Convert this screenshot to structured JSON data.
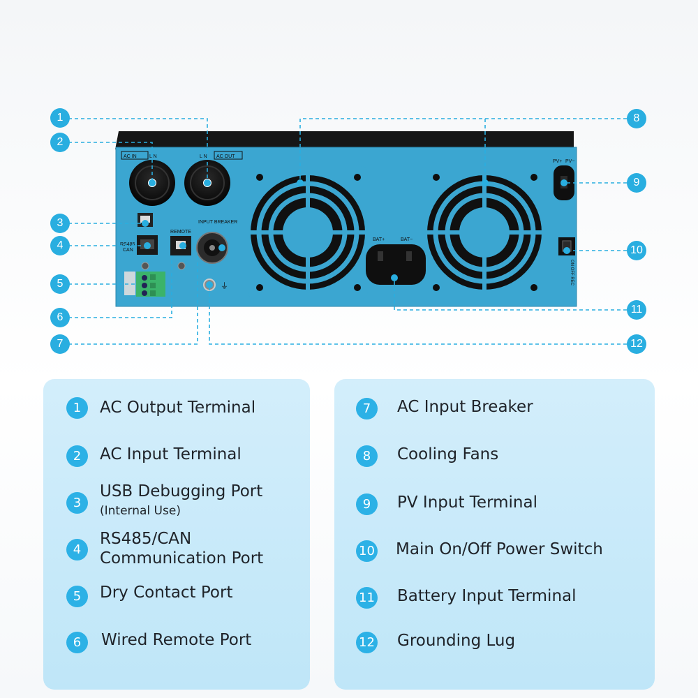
{
  "device": {
    "ac_in_label": "AC IN",
    "ac_in_phase": "L N",
    "ac_out_phase": "L N",
    "ac_out_label": "AC OUT",
    "rs485_label": "RS485",
    "can_label": "CAN",
    "remote_label": "REMOTE",
    "input_breaker_label": "INPUT BREAKER",
    "bat_pos_label": "BAT+",
    "bat_neg_label": "BAT−",
    "pv_pos_label": "PV+",
    "pv_neg_label": "PV−",
    "switch_label": "ON OFF REC"
  },
  "callouts": [
    "1",
    "2",
    "3",
    "4",
    "5",
    "6",
    "7",
    "8",
    "9",
    "10",
    "11",
    "12"
  ],
  "legend_left": [
    {
      "num": "1",
      "label": "AC Output Terminal"
    },
    {
      "num": "2",
      "label": "AC Input Terminal"
    },
    {
      "num": "3",
      "label": "USB Debugging Port",
      "sub": "(Internal Use)"
    },
    {
      "num": "4",
      "label": "RS485/CAN",
      "label2": "Communication Port"
    },
    {
      "num": "5",
      "label": "Dry Contact Port"
    },
    {
      "num": "6",
      "label": "Wired Remote Port"
    }
  ],
  "legend_right": [
    {
      "num": "7",
      "label": "AC Input Breaker"
    },
    {
      "num": "8",
      "label": "Cooling Fans"
    },
    {
      "num": "9",
      "label": "PV Input Terminal"
    },
    {
      "num": "10",
      "label": "Main On/Off Power Switch"
    },
    {
      "num": "11",
      "label": "Battery Input Terminal"
    },
    {
      "num": "12",
      "label": "Grounding Lug"
    }
  ],
  "colors": {
    "accent": "#29aee0",
    "panel": "#3ba6d1",
    "card": "#c8eaf9"
  }
}
